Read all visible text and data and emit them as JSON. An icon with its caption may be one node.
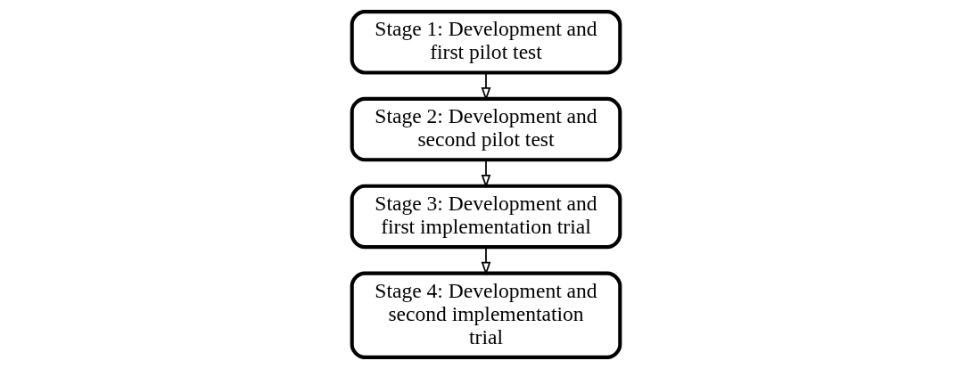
{
  "diagram": {
    "nodes": [
      {
        "text": [
          "Stage 1: Development and first pilot test"
        ]
      },
      {
        "text": [
          "Stage 2: Development and second pilot test"
        ]
      },
      {
        "text": [
          "Stage 3: Development and first implementation trial"
        ]
      },
      {
        "text": [
          "Stage 4: Development and second implementation trial"
        ]
      }
    ],
    "edges": [
      {
        "from": 0,
        "to": 1,
        "arrow": "to"
      },
      {
        "from": 1,
        "to": 2,
        "arrow": "to"
      },
      {
        "from": 2,
        "to": 3,
        "arrow": "to"
      }
    ]
  }
}
